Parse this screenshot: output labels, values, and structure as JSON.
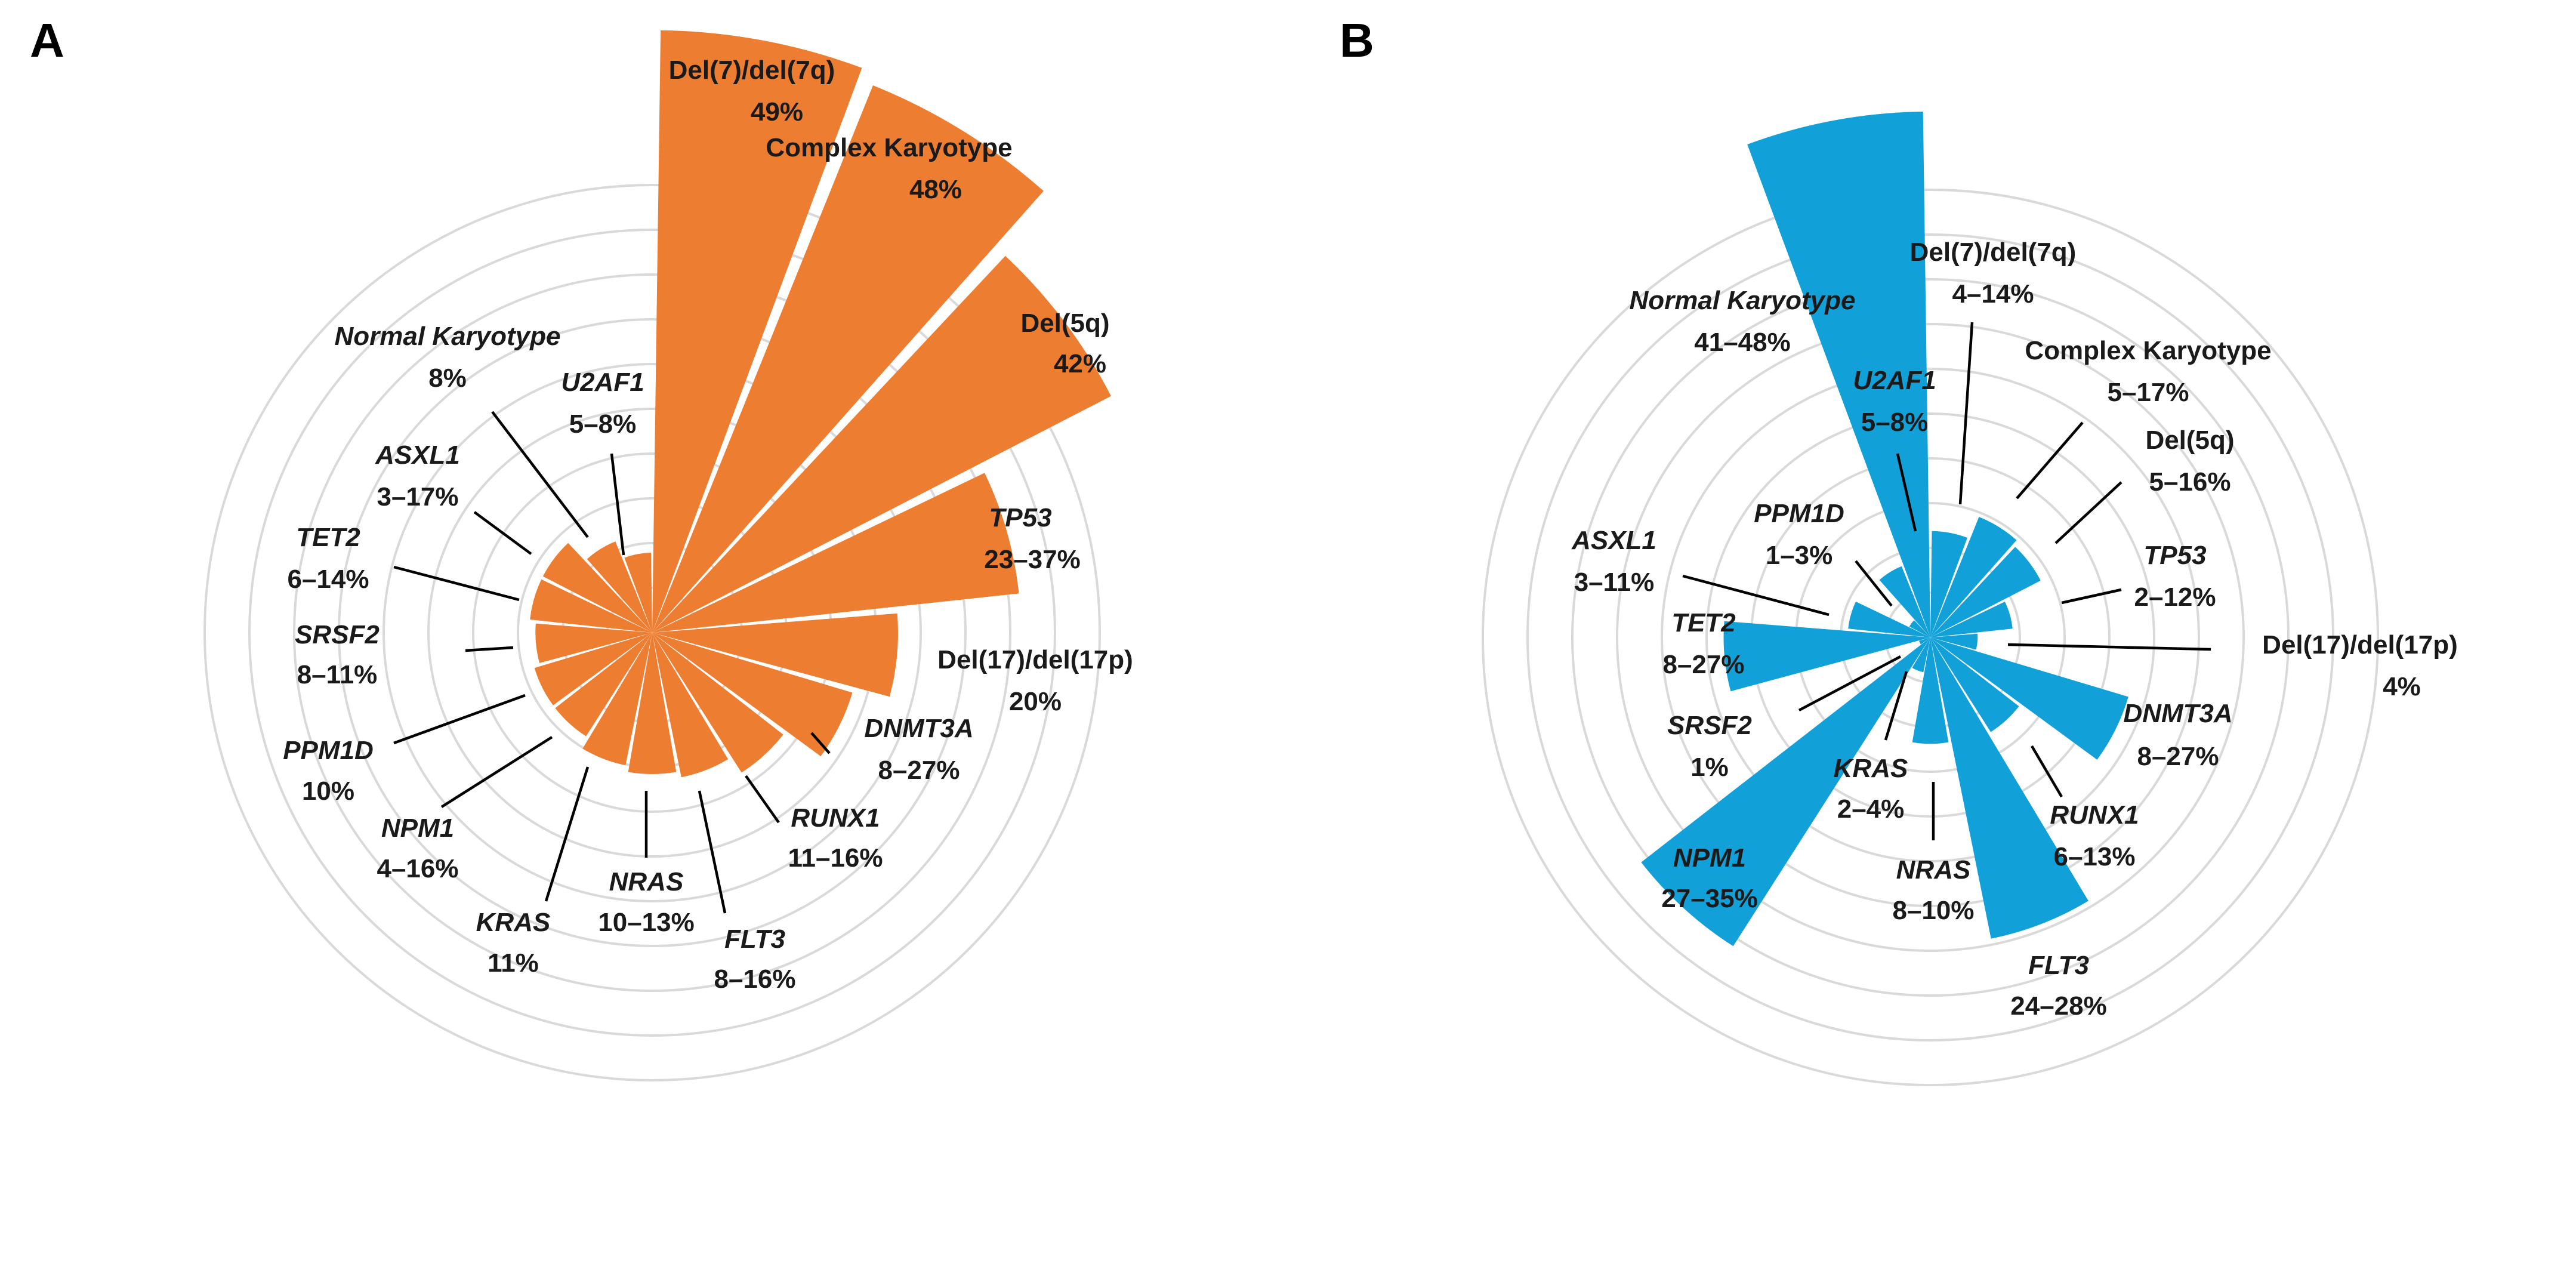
{
  "chart_data": [
    {
      "type": "polar-bar",
      "panel": "A",
      "color": "#ED7D31",
      "grid": true,
      "units": "%",
      "categories": [
        {
          "name": "Del(7)/del(7q)",
          "label": "49%",
          "value": 49,
          "gene": false
        },
        {
          "name": "Complex Karyotype",
          "label": "48%",
          "value": 48,
          "gene": false
        },
        {
          "name": "Del(5q)",
          "label": "42%",
          "value": 42,
          "gene": false
        },
        {
          "name": "TP53",
          "label": "23–37%",
          "value": 30,
          "gene": true
        },
        {
          "name": "Del(17)/del(17p)",
          "label": "20%",
          "value": 20,
          "gene": false
        },
        {
          "name": "DNMT3A",
          "label": "8–27%",
          "value": 17,
          "gene": true
        },
        {
          "name": "RUNX1",
          "label": "11–16%",
          "value": 13.5,
          "gene": true
        },
        {
          "name": "FLT3",
          "label": "8–16%",
          "value": 12,
          "gene": true
        },
        {
          "name": "NRAS",
          "label": "10–13%",
          "value": 11.5,
          "gene": true
        },
        {
          "name": "KRAS",
          "label": "11%",
          "value": 11,
          "gene": true
        },
        {
          "name": "NPM1",
          "label": "4–16%",
          "value": 10,
          "gene": true
        },
        {
          "name": "PPM1D",
          "label": "10%",
          "value": 10,
          "gene": true
        },
        {
          "name": "SRSF2",
          "label": "8–11%",
          "value": 9.5,
          "gene": true
        },
        {
          "name": "TET2",
          "label": "6–14%",
          "value": 10,
          "gene": true
        },
        {
          "name": "ASXL1",
          "label": "3–17%",
          "value": 10,
          "gene": true
        },
        {
          "name": "Normal Karyotype",
          "label": "8%",
          "value": 8,
          "gene": true
        },
        {
          "name": "U2AF1",
          "label": "5–8%",
          "value": 6.5,
          "gene": true
        }
      ]
    },
    {
      "type": "polar-bar",
      "panel": "B",
      "color": "#11A0D7",
      "grid": true,
      "units": "%",
      "categories": [
        {
          "name": "Del(7)/del(7q)",
          "label": "4–14%",
          "value": 9,
          "gene": false
        },
        {
          "name": "Complex Karyotype",
          "label": "5–17%",
          "value": 11,
          "gene": false
        },
        {
          "name": "Del(5q)",
          "label": "5–16%",
          "value": 10.5,
          "gene": false
        },
        {
          "name": "TP53",
          "label": "2–12%",
          "value": 7,
          "gene": true
        },
        {
          "name": "Del(17)/del(17p)",
          "label": "4%",
          "value": 4,
          "gene": false
        },
        {
          "name": "DNMT3A",
          "label": "8–27%",
          "value": 17.5,
          "gene": true
        },
        {
          "name": "RUNX1",
          "label": "6–13%",
          "value": 9.5,
          "gene": true
        },
        {
          "name": "FLT3",
          "label": "24–28%",
          "value": 26,
          "gene": true
        },
        {
          "name": "NRAS",
          "label": "8–10%",
          "value": 9,
          "gene": true
        },
        {
          "name": "KRAS",
          "label": "2–4%",
          "value": 3,
          "gene": true
        },
        {
          "name": "NPM1",
          "label": "27–35%",
          "value": 31,
          "gene": true
        },
        {
          "name": "SRSF2",
          "label": "1%",
          "value": 1,
          "gene": true
        },
        {
          "name": "TET2",
          "label": "8–27%",
          "value": 17.5,
          "gene": true
        },
        {
          "name": "ASXL1",
          "label": "3–11%",
          "value": 7,
          "gene": true
        },
        {
          "name": "PPM1D",
          "label": "1–3%",
          "value": 2,
          "gene": true
        },
        {
          "name": "U2AF1",
          "label": "5–8%",
          "value": 6.5,
          "gene": true
        },
        {
          "name": "Normal Karyotype",
          "label": "41–48%",
          "value": 44.5,
          "gene": true
        }
      ]
    }
  ]
}
